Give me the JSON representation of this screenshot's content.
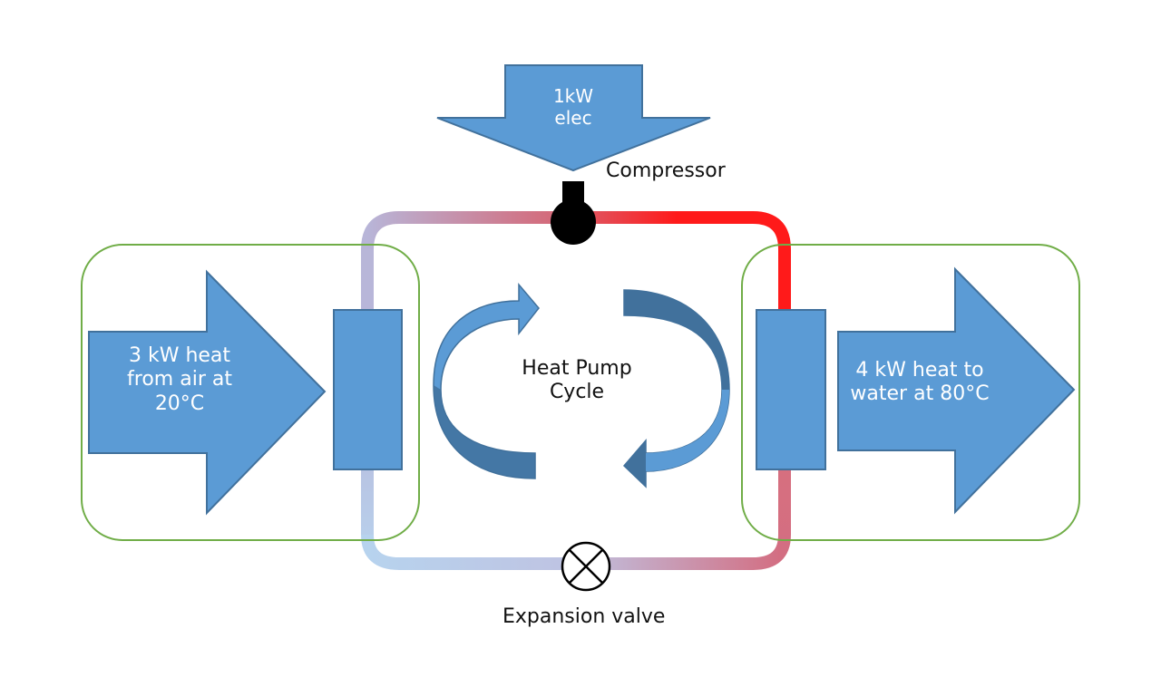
{
  "labels": {
    "electric_input": [
      "1kW",
      "elec"
    ],
    "compressor": "Compressor",
    "heat_in": [
      "3 kW heat",
      "from air at",
      "20°C"
    ],
    "cycle": [
      "Heat Pump",
      "Cycle"
    ],
    "heat_out": [
      "4 kW heat to",
      "water at 80°C"
    ],
    "expansion_valve": "Expansion valve"
  },
  "colors": {
    "arrow_fill": "#5b9bd5",
    "arrow_stroke": "#41719c",
    "cycle_arrow_dark": "#41719c",
    "boundary": "#70ad47",
    "pipe_hot": "#ff1a1a",
    "pipe_warm": "#d46a7a",
    "pipe_mid": "#c7a3bd",
    "pipe_cool": "#b7d3ee",
    "component": "#000000"
  },
  "icons": {
    "compressor": "compressor-icon",
    "expansion_valve": "expansion-valve-icon"
  }
}
